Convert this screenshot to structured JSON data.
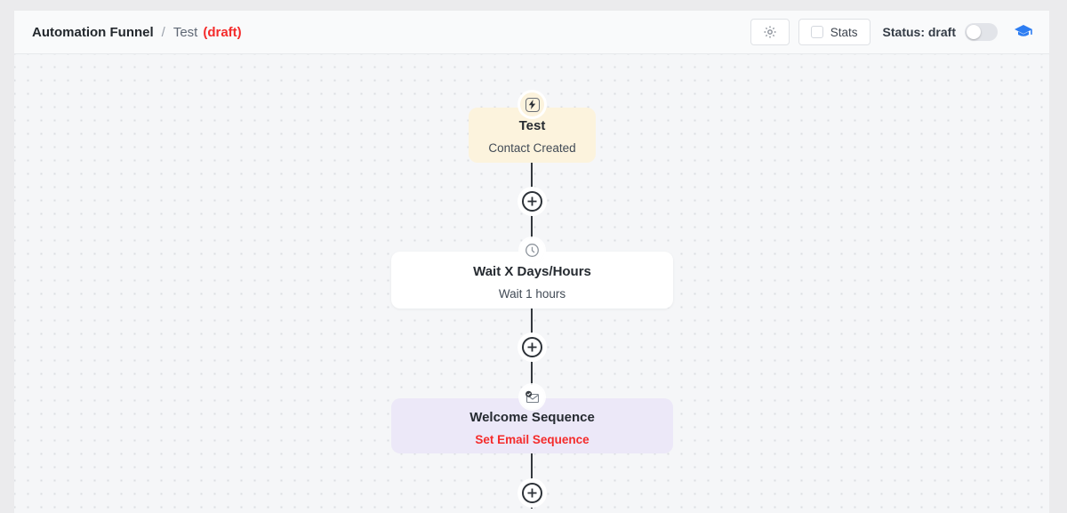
{
  "header": {
    "breadcrumb": {
      "root": "Automation Funnel",
      "separator": "/",
      "current": "Test",
      "draft_suffix": "(draft)"
    },
    "settings_button": {
      "icon": "gear-icon"
    },
    "stats_button": {
      "label": "Stats",
      "checkbox_checked": false
    },
    "status": {
      "label": "Status: draft",
      "toggle_on": false
    },
    "help_button": {
      "icon": "graduation-cap-icon"
    }
  },
  "canvas": {
    "nodes": [
      {
        "kind": "trigger",
        "icon": "lightning-icon",
        "title": "Test",
        "subtitle": "Contact Created",
        "bg_color": "#fcf3dd"
      },
      {
        "kind": "wait-action",
        "icon": "clock-icon",
        "title": "Wait X Days/Hours",
        "subtitle": "Wait 1 hours",
        "bg_color": "#ffffff"
      },
      {
        "kind": "sequence-action",
        "icon": "email-sequence-icon",
        "title": "Welcome Sequence",
        "subtitle": "Set Email Sequence",
        "subtitle_color": "#f42b2b",
        "bg_color": "#ece8f8"
      }
    ],
    "add_step_buttons": 3
  },
  "colors": {
    "page_bg": "#ebebed",
    "header_bg": "#f9fafb",
    "canvas_bg": "#f5f6f8",
    "dot_color": "#dbdde2",
    "line_color": "#33383d",
    "accent_red": "#f42b2b",
    "accent_blue": "#2d7df2",
    "title_text": "#262b31"
  }
}
